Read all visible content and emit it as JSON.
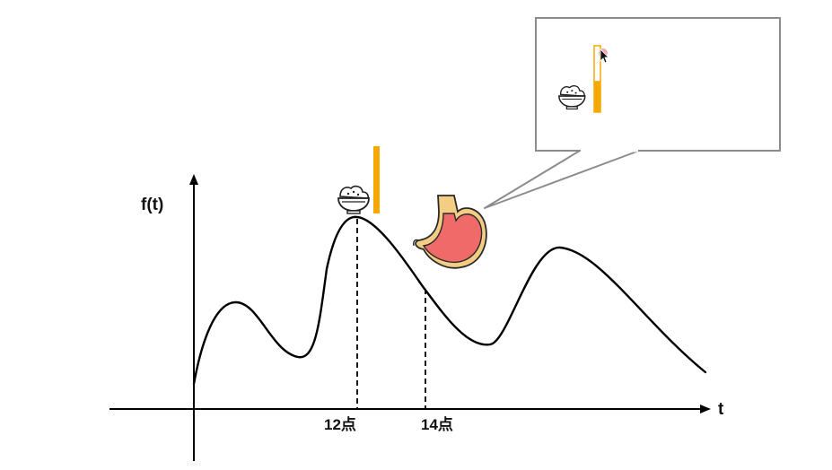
{
  "diagram": {
    "y_axis_label": "f(t)",
    "x_axis_label": "t",
    "markers": [
      {
        "label": "12点"
      },
      {
        "label": "14点"
      }
    ],
    "icons": {
      "rice_bowl": "rice-bowl-icon",
      "stomach": "stomach-icon",
      "cursor": "mouse-pointer-icon"
    },
    "fullness_bar": {
      "main_level": 1.0,
      "callout_level": 0.47
    },
    "colors": {
      "curve": "#000000",
      "bar": "#f5a800",
      "callout_border": "#8c8c8c",
      "stomach_fill": "#f06a6a",
      "stomach_outline": "#f2cd83",
      "cursor_halo": "#f0a0a0"
    }
  }
}
